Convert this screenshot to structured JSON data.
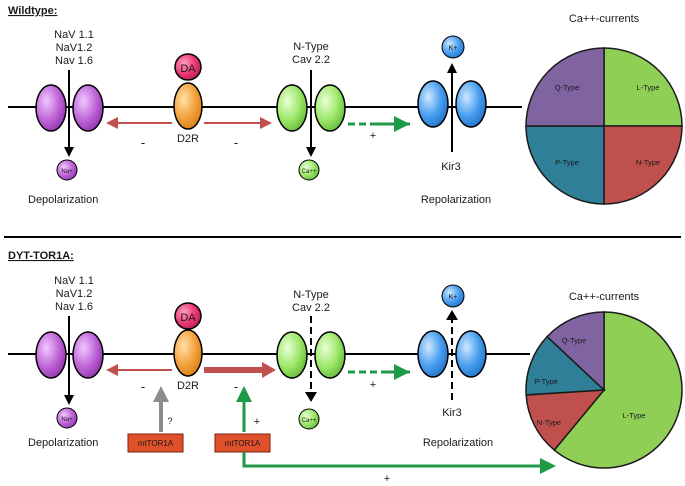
{
  "top": {
    "heading": "Wildtype:",
    "nav_lines": [
      "NaV 1.1",
      "NaV1.2",
      "Nav 1.6"
    ],
    "da": "DA",
    "d2r": "D2R",
    "ntype_lines": [
      "N-Type",
      "Cav 2.2"
    ],
    "kplus": "K+",
    "na_ion": "Na+",
    "ca_ion": "Ca++",
    "kir3": "Kir3",
    "depolarization": "Depolarization",
    "repolarization": "Repolarization",
    "minus_left": "-",
    "minus_right": "-",
    "plus": "+",
    "pie_title": "Ca++-currents",
    "pie_labels": [
      "Q-Type",
      "L-Type",
      "P-Type",
      "N-Type"
    ]
  },
  "bottom": {
    "heading": "DYT-TOR1A:",
    "nav_lines": [
      "NaV 1.1",
      "NaV1.2",
      "Nav 1.6"
    ],
    "da": "DA",
    "d2r": "D2R",
    "ntype_lines": [
      "N-Type",
      "Cav 2.2"
    ],
    "kplus": "K+",
    "na_ion": "Na+",
    "ca_ion": "Ca++",
    "kir3": "Kir3",
    "depolarization": "Depolarization",
    "repolarization": "Repolarization",
    "minus_left": "-",
    "minus_right": "-",
    "plus": "+",
    "plus_green": "+",
    "plus_long": "+",
    "question": "?",
    "mtor_left": "mtTOR1A",
    "mtor_right": "mtTOR1A",
    "pie_title": "Ca++-currents",
    "pie_labels": [
      "Q-Type",
      "P-Type",
      "N-Type",
      "L-Type"
    ]
  },
  "chart_data": [
    {
      "type": "pie",
      "title": "Ca++-currents",
      "categories": [
        "L-Type",
        "N-Type",
        "P-Type",
        "Q-Type"
      ],
      "values": [
        25,
        25,
        25,
        25
      ],
      "colors": [
        "#8fcf55",
        "#c0504d",
        "#2f7f98",
        "#8064a2"
      ]
    },
    {
      "type": "pie",
      "title": "Ca++-currents",
      "categories": [
        "L-Type",
        "N-Type",
        "P-Type",
        "Q-Type"
      ],
      "values": [
        61,
        13,
        13,
        13
      ],
      "colors": [
        "#8fcf55",
        "#c0504d",
        "#2f7f98",
        "#8064a2"
      ]
    }
  ],
  "colors": {
    "nav_channel": "#c066d8",
    "d2r": "#f4a23e",
    "da": "#e8336f",
    "cav_channel": "#9ee86a",
    "kir_channel": "#4a9ff0",
    "inhibit_arrow": "#c0504d",
    "excite_arrow": "#1f9a47",
    "mtor_box": "#e0502a",
    "separator": "#000000"
  }
}
